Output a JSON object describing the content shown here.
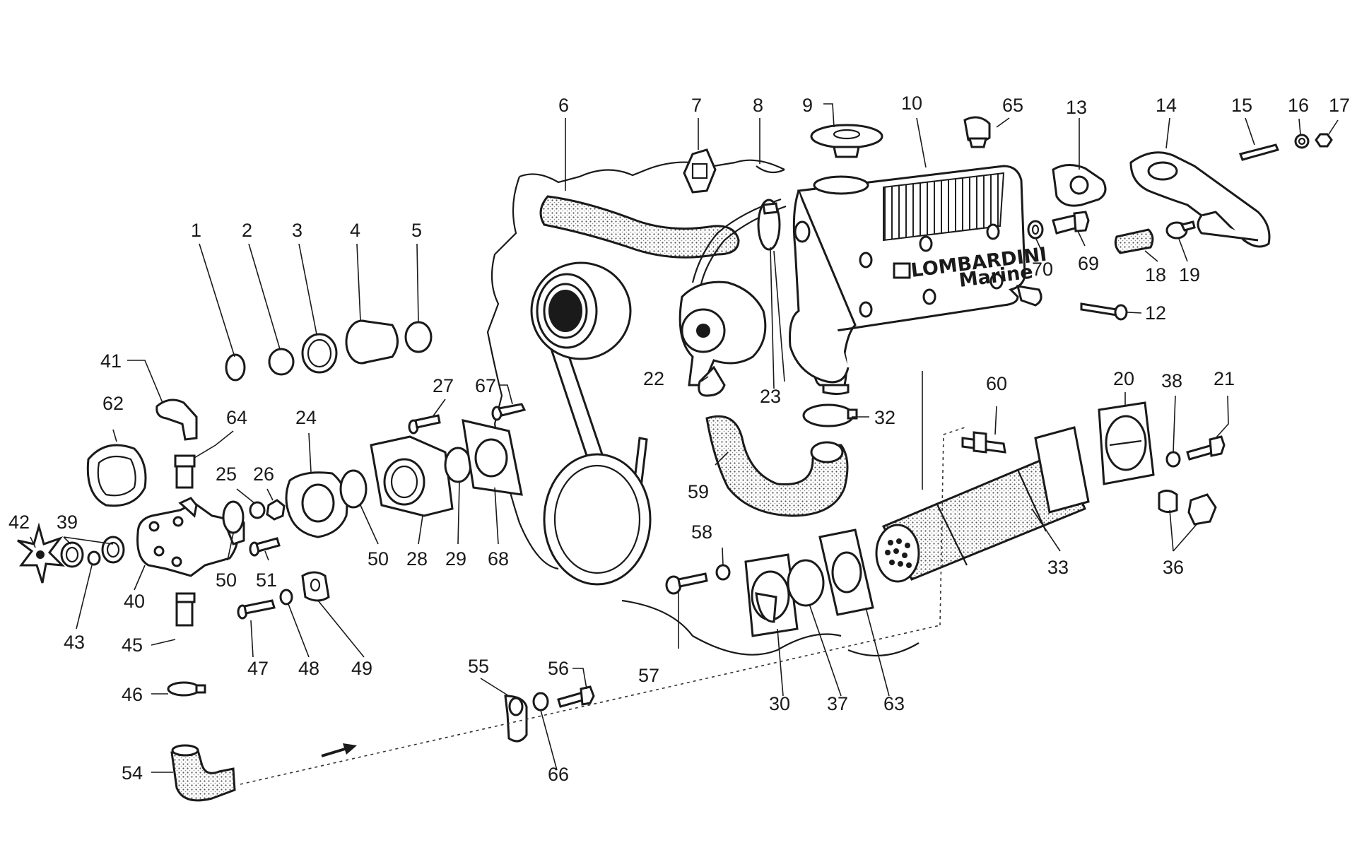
{
  "labels": [
    {
      "id": "1",
      "text": "1"
    },
    {
      "id": "2",
      "text": "2"
    },
    {
      "id": "3",
      "text": "3"
    },
    {
      "id": "4",
      "text": "4"
    },
    {
      "id": "5",
      "text": "5"
    },
    {
      "id": "6",
      "text": "6"
    },
    {
      "id": "7",
      "text": "7"
    },
    {
      "id": "8",
      "text": "8"
    },
    {
      "id": "9",
      "text": "9"
    },
    {
      "id": "10",
      "text": "10"
    },
    {
      "id": "12",
      "text": "12"
    },
    {
      "id": "13",
      "text": "13"
    },
    {
      "id": "14",
      "text": "14"
    },
    {
      "id": "15",
      "text": "15"
    },
    {
      "id": "16",
      "text": "16"
    },
    {
      "id": "17",
      "text": "17"
    },
    {
      "id": "18",
      "text": "18"
    },
    {
      "id": "19",
      "text": "19"
    },
    {
      "id": "20",
      "text": "20"
    },
    {
      "id": "21",
      "text": "21"
    },
    {
      "id": "22",
      "text": "22"
    },
    {
      "id": "23",
      "text": "23"
    },
    {
      "id": "24",
      "text": "24"
    },
    {
      "id": "25",
      "text": "25"
    },
    {
      "id": "26",
      "text": "26"
    },
    {
      "id": "27",
      "text": "27"
    },
    {
      "id": "28",
      "text": "28"
    },
    {
      "id": "29",
      "text": "29"
    },
    {
      "id": "30",
      "text": "30"
    },
    {
      "id": "32",
      "text": "32"
    },
    {
      "id": "33",
      "text": "33"
    },
    {
      "id": "36",
      "text": "36"
    },
    {
      "id": "37",
      "text": "37"
    },
    {
      "id": "38",
      "text": "38"
    },
    {
      "id": "39",
      "text": "39"
    },
    {
      "id": "40",
      "text": "40"
    },
    {
      "id": "41",
      "text": "41"
    },
    {
      "id": "42",
      "text": "42"
    },
    {
      "id": "43",
      "text": "43"
    },
    {
      "id": "45",
      "text": "45"
    },
    {
      "id": "46",
      "text": "46"
    },
    {
      "id": "47",
      "text": "47"
    },
    {
      "id": "48",
      "text": "48"
    },
    {
      "id": "49",
      "text": "49"
    },
    {
      "id": "50a",
      "text": "50"
    },
    {
      "id": "50b",
      "text": "50"
    },
    {
      "id": "51",
      "text": "51"
    },
    {
      "id": "54",
      "text": "54"
    },
    {
      "id": "55",
      "text": "55"
    },
    {
      "id": "56",
      "text": "56"
    },
    {
      "id": "57",
      "text": "57"
    },
    {
      "id": "58",
      "text": "58"
    },
    {
      "id": "59",
      "text": "59"
    },
    {
      "id": "60",
      "text": "60"
    },
    {
      "id": "62",
      "text": "62"
    },
    {
      "id": "63",
      "text": "63"
    },
    {
      "id": "64",
      "text": "64"
    },
    {
      "id": "65",
      "text": "65"
    },
    {
      "id": "66",
      "text": "66"
    },
    {
      "id": "67",
      "text": "67"
    },
    {
      "id": "68",
      "text": "68"
    },
    {
      "id": "69",
      "text": "69"
    },
    {
      "id": "70",
      "text": "70"
    }
  ],
  "logo": {
    "brand": "LOMBARDINI",
    "sub": "Marine"
  },
  "colors": {
    "ink": "#1a1a1a",
    "paper": "#ffffff"
  }
}
